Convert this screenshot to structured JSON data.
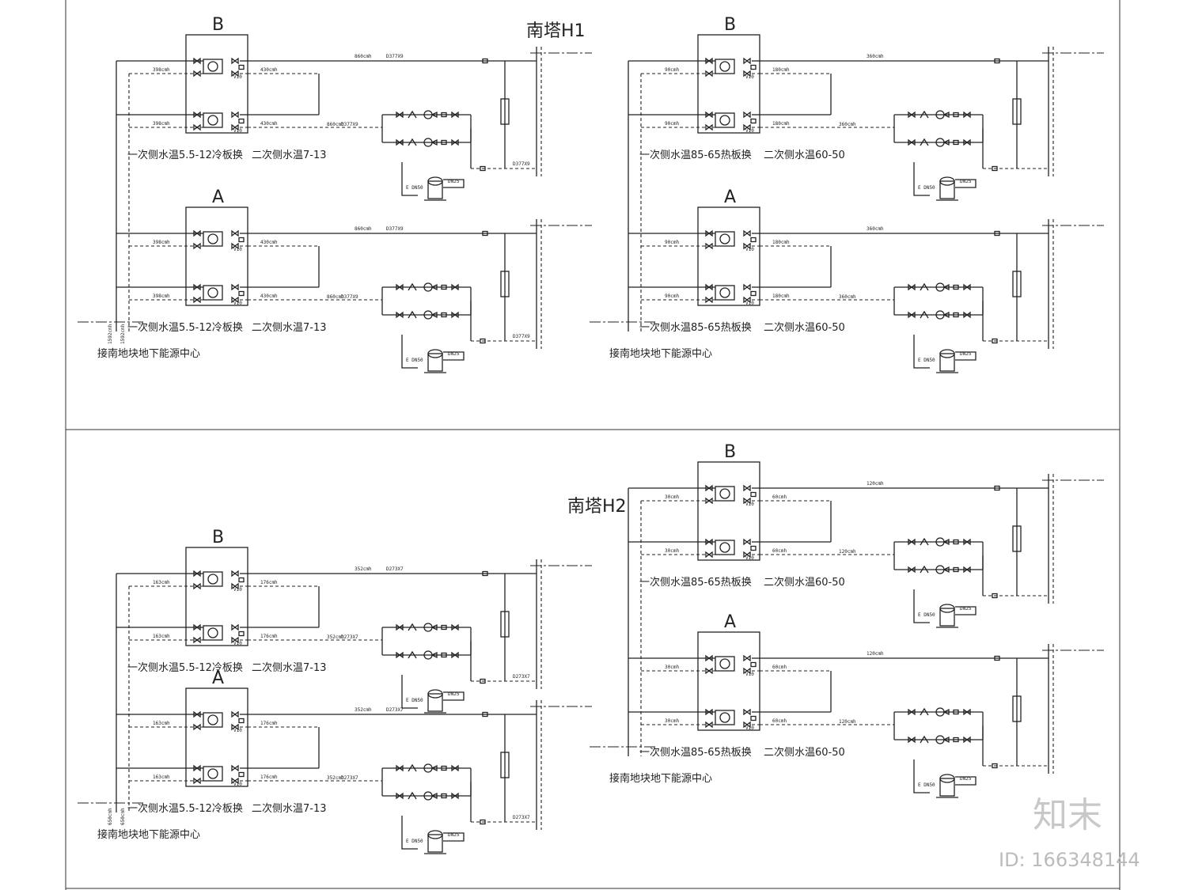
{
  "panels": [
    {
      "id": "top-left",
      "title": "南塔H1",
      "units": [
        {
          "letter": "B",
          "primary_label": "一次侧水温5.5-12冷板换",
          "secondary_label": "二次侧水温7-13",
          "hx_rows": [
            {
              "left_flow": "398cmh",
              "right_flow": "430cmh",
              "valve": "V10"
            },
            {
              "left_flow": "398cmh",
              "right_flow": "430cmh",
              "valve": "V10"
            }
          ],
          "supply_flow": "860cmh",
          "supply_pipe": "D377X9",
          "return_flow": "860cmh",
          "return_pipe": "D377X9",
          "tank_pipe": "D377X9",
          "exp_label": "E DN50",
          "tank_label": "DN25"
        },
        {
          "letter": "A",
          "primary_label": "一次侧水温5.5-12冷板换",
          "secondary_label": "二次侧水温7-13",
          "hx_rows": [
            {
              "left_flow": "398cmh",
              "right_flow": "430cmh",
              "valve": "V10"
            },
            {
              "left_flow": "398cmh",
              "right_flow": "430cmh",
              "valve": "V10"
            }
          ],
          "supply_flow": "860cmh",
          "supply_pipe": "D377X9",
          "return_flow": "860cmh",
          "return_pipe": "D377X9",
          "tank_pipe": "D377X9",
          "exp_label": "E DN50",
          "tank_label": "DN25"
        }
      ],
      "source_label": "接南地块地下能源中心",
      "source_pipe_labels": [
        "1592cmh",
        "1592cmh"
      ]
    },
    {
      "id": "top-right",
      "title": "",
      "units": [
        {
          "letter": "B",
          "primary_label": "一次侧水温85-65热板换",
          "secondary_label": "二次侧水温60-50",
          "hx_rows": [
            {
              "left_flow": "90cmh",
              "right_flow": "180cmh",
              "valve": "V10"
            },
            {
              "left_flow": "90cmh",
              "right_flow": "180cmh",
              "valve": "V10"
            }
          ],
          "supply_flow": "360cmh",
          "supply_pipe": "",
          "return_flow": "360cmh",
          "return_pipe": "",
          "tank_pipe": "",
          "exp_label": "E DN50",
          "tank_label": "DN25"
        },
        {
          "letter": "A",
          "primary_label": "一次侧水温85-65热板换",
          "secondary_label": "二次侧水温60-50",
          "hx_rows": [
            {
              "left_flow": "90cmh",
              "right_flow": "180cmh",
              "valve": "V10"
            },
            {
              "left_flow": "90cmh",
              "right_flow": "180cmh",
              "valve": "V10"
            }
          ],
          "supply_flow": "360cmh",
          "supply_pipe": "",
          "return_flow": "360cmh",
          "return_pipe": "",
          "tank_pipe": "",
          "exp_label": "E DN50",
          "tank_label": "DN25"
        }
      ],
      "source_label": "接南地块地下能源中心",
      "source_pipe_labels": []
    },
    {
      "id": "bottom-left",
      "title": "",
      "units": [
        {
          "letter": "B",
          "primary_label": "一次侧水温5.5-12冷板换",
          "secondary_label": "二次侧水温7-13",
          "hx_rows": [
            {
              "left_flow": "163cmh",
              "right_flow": "176cmh",
              "valve": "V10"
            },
            {
              "left_flow": "163cmh",
              "right_flow": "176cmh",
              "valve": "V10"
            }
          ],
          "supply_flow": "352cmh",
          "supply_pipe": "D273X7",
          "return_flow": "352cmh",
          "return_pipe": "D273X7",
          "tank_pipe": "D273X7",
          "exp_label": "E DN50",
          "tank_label": "DN25"
        },
        {
          "letter": "A",
          "primary_label": "一次侧水温5.5-12冷板换",
          "secondary_label": "二次侧水温7-13",
          "hx_rows": [
            {
              "left_flow": "163cmh",
              "right_flow": "176cmh",
              "valve": "V10"
            },
            {
              "left_flow": "163cmh",
              "right_flow": "176cmh",
              "valve": "V10"
            }
          ],
          "supply_flow": "352cmh",
          "supply_pipe": "D273X7",
          "return_flow": "352cmh",
          "return_pipe": "D273X7",
          "tank_pipe": "D273X7",
          "exp_label": "E DN50",
          "tank_label": "DN25"
        }
      ],
      "source_label": "接南地块地下能源中心",
      "source_pipe_labels": [
        "650cmh",
        "650cmh"
      ]
    },
    {
      "id": "bottom-right",
      "title": "南塔H2",
      "units": [
        {
          "letter": "B",
          "primary_label": "一次侧水温85-65热板换",
          "secondary_label": "二次侧水温60-50",
          "hx_rows": [
            {
              "left_flow": "30cmh",
              "right_flow": "60cmh",
              "valve": "V10"
            },
            {
              "left_flow": "30cmh",
              "right_flow": "60cmh",
              "valve": "V10"
            }
          ],
          "supply_flow": "120cmh",
          "supply_pipe": "",
          "return_flow": "120cmh",
          "return_pipe": "",
          "tank_pipe": "",
          "exp_label": "E DN50",
          "tank_label": "DN25"
        },
        {
          "letter": "A",
          "primary_label": "一次侧水温85-65热板换",
          "secondary_label": "二次侧水温60-50",
          "hx_rows": [
            {
              "left_flow": "30cmh",
              "right_flow": "60cmh",
              "valve": "V10"
            },
            {
              "left_flow": "30cmh",
              "right_flow": "60cmh",
              "valve": "V10"
            }
          ],
          "supply_flow": "120cmh",
          "supply_pipe": "",
          "return_flow": "120cmh",
          "return_pipe": "",
          "tank_pipe": "",
          "exp_label": "E DN50",
          "tank_label": "DN25"
        }
      ],
      "source_label": "接南地块地下能源中心",
      "source_pipe_labels": []
    }
  ],
  "watermark": {
    "logo": "知末",
    "id": "ID: 166348144"
  }
}
